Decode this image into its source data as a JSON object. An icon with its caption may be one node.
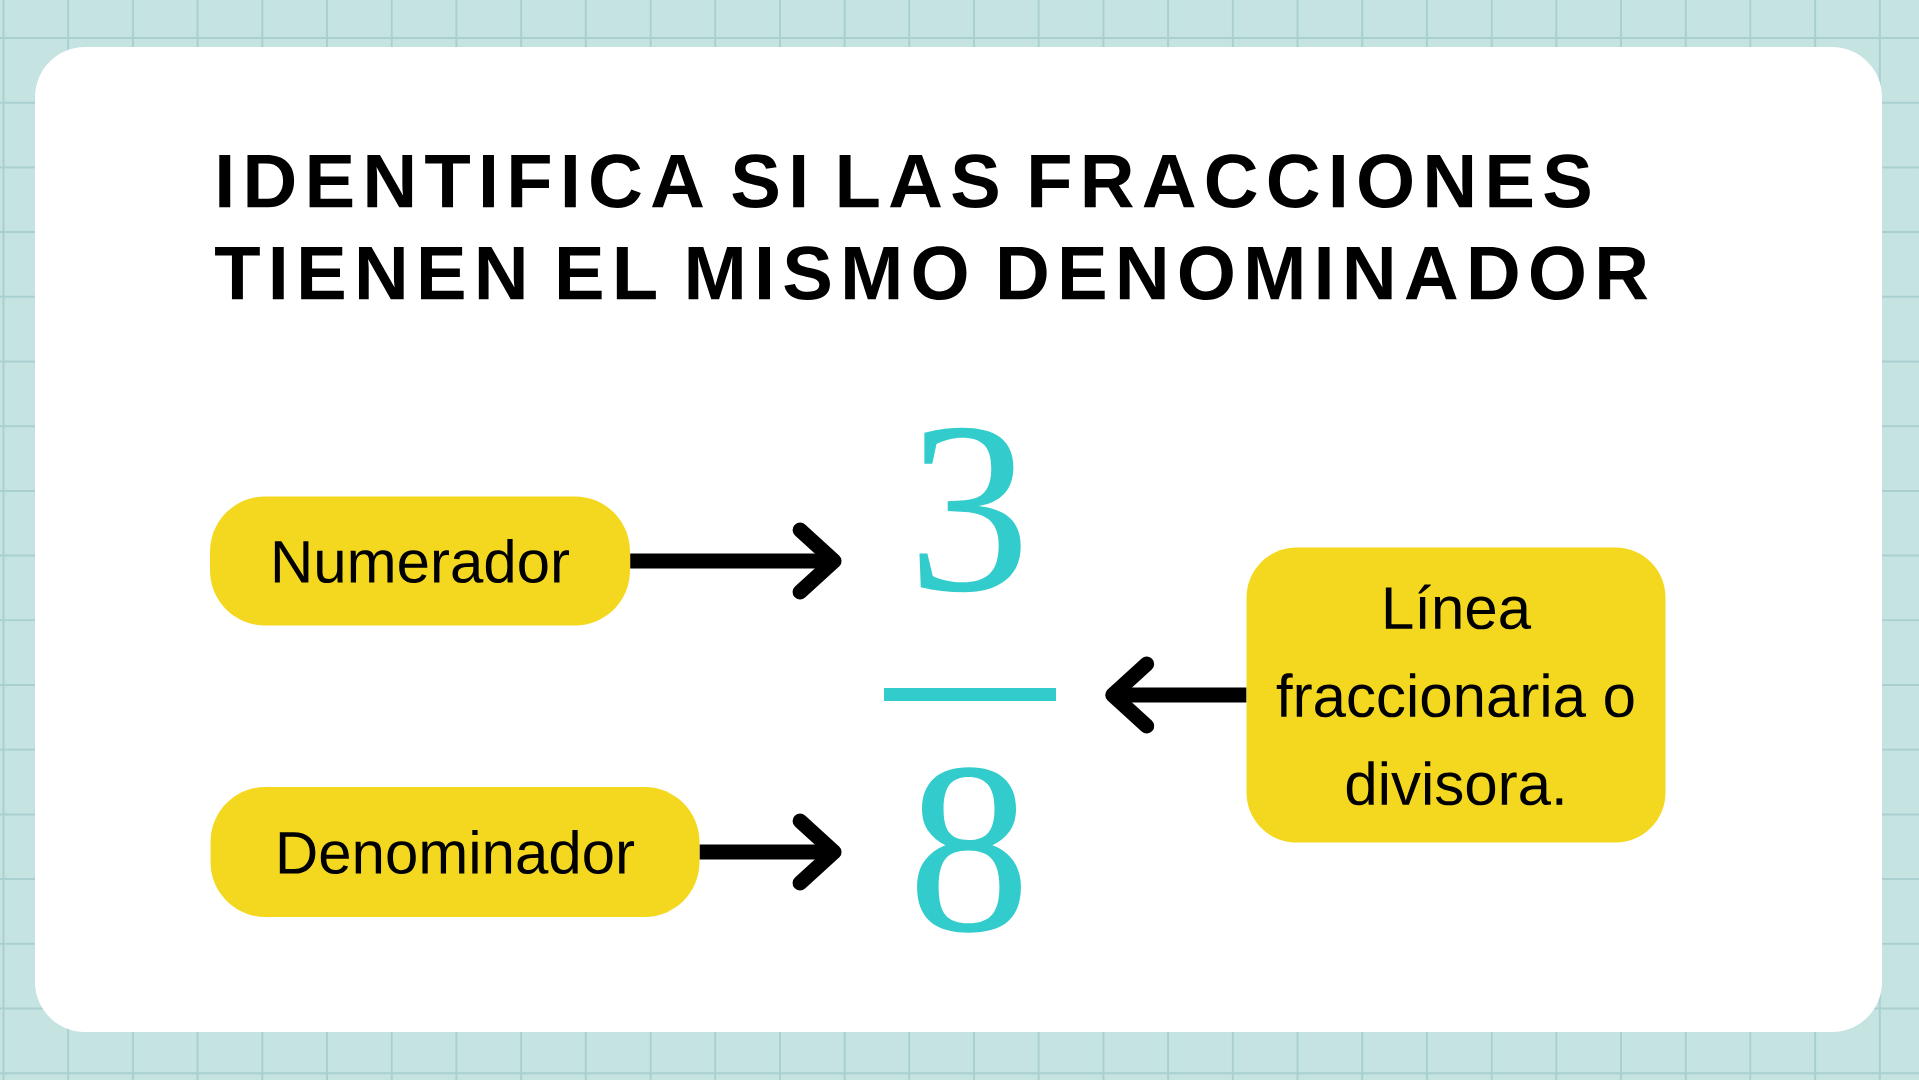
{
  "diagram": {
    "title": "IDENTIFICA SI LAS FRACCIONES TIENEN EL MISMO DENOMINADOR",
    "nodes": [
      {
        "text": [
          "Numerador"
        ]
      },
      {
        "text": [
          "3"
        ]
      },
      {
        "text": [],
        "shape": "bar"
      },
      {
        "text": [
          "Línea fraccionaria o divisora."
        ]
      },
      {
        "text": [
          "Denominador"
        ]
      },
      {
        "text": [
          "8"
        ]
      }
    ],
    "edges": [
      {
        "from": 0,
        "to": 1,
        "arrow": "to"
      },
      {
        "from": 3,
        "to": 2,
        "arrow": "to"
      },
      {
        "from": 4,
        "to": 5,
        "arrow": "to"
      }
    ]
  }
}
